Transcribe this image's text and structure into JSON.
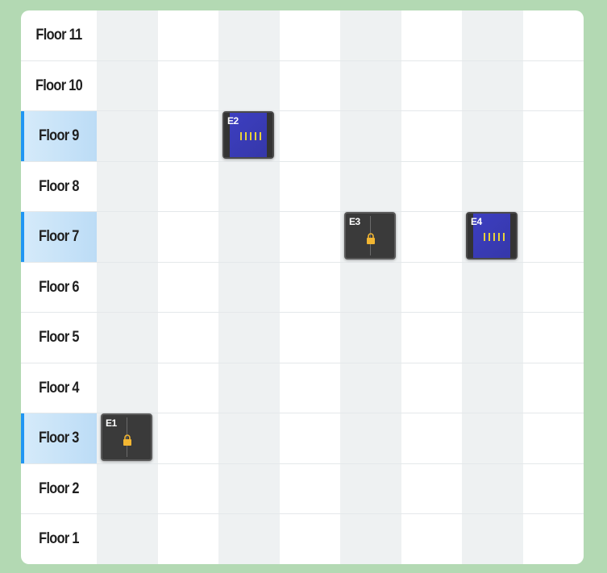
{
  "floors": [
    "Floor 11",
    "Floor 10",
    "Floor 9",
    "Floor 8",
    "Floor 7",
    "Floor 6",
    "Floor 5",
    "Floor 4",
    "Floor 3",
    "Floor 2",
    "Floor 1"
  ],
  "active_floors": [
    "Floor 9",
    "Floor 7",
    "Floor 3"
  ],
  "elevators": [
    {
      "id": "E1",
      "floor": "Floor 3",
      "state": "locked",
      "icon": "lock-icon"
    },
    {
      "id": "E2",
      "floor": "Floor 9",
      "state": "open",
      "icon": "passengers-icon"
    },
    {
      "id": "E3",
      "floor": "Floor 7",
      "state": "locked",
      "icon": "lock-icon"
    },
    {
      "id": "E4",
      "floor": "Floor 7",
      "state": "open",
      "icon": "passengers-icon"
    }
  ],
  "colors": {
    "background": "#b3d9b3",
    "active_floor": "#bcdcf6",
    "active_marker": "#2196f3",
    "elevator_open": "#3d3fc2",
    "elevator_closed": "#3a3a3a",
    "lock": "#f2b632",
    "passengers": "#e8d23a"
  }
}
